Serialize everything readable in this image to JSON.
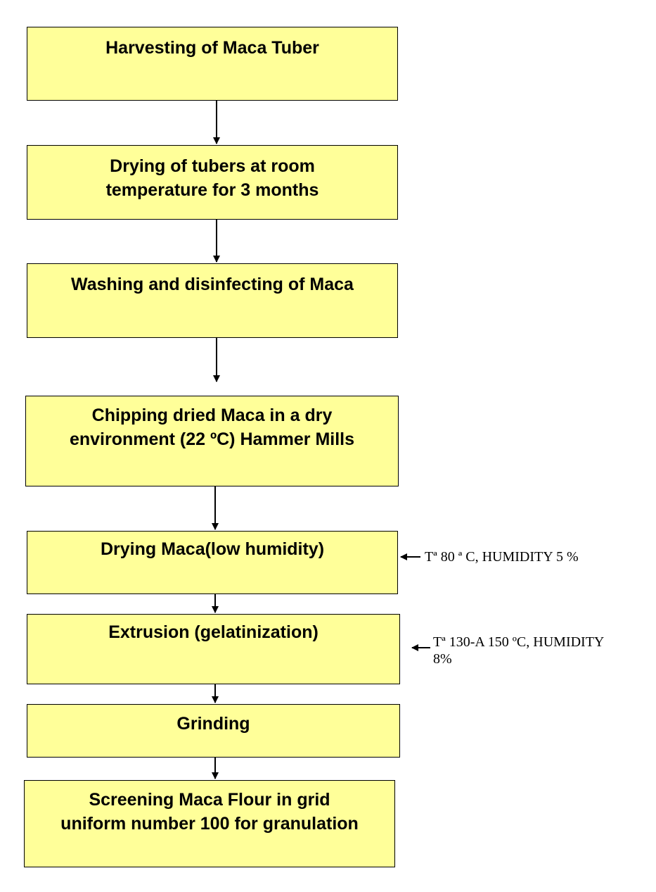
{
  "steps": [
    {
      "lines": [
        "Harvesting of Maca Tuber"
      ]
    },
    {
      "lines": [
        "Drying of tubers at room",
        "temperature for 3 months"
      ]
    },
    {
      "lines": [
        "Washing and disinfecting of Maca"
      ]
    },
    {
      "lines": [
        "Chipping dried Maca in a dry",
        "environment (22 ºC) Hammer Mills"
      ]
    },
    {
      "lines": [
        "Drying Maca(low humidity)"
      ]
    },
    {
      "lines": [
        "Extrusion (gelatinization)"
      ]
    },
    {
      "lines": [
        "Grinding"
      ]
    },
    {
      "lines": [
        "Screening Maca Flour in grid",
        "uniform number 100 for granulation"
      ]
    }
  ],
  "notes": {
    "drying": "Tª 80 ª C, HUMIDITY 5 %",
    "extrusion_line1": "Tª 130-A 150 ºC, HUMIDITY",
    "extrusion_line2": "8%"
  },
  "colors": {
    "box_fill": "#ffff99",
    "stroke": "#000000"
  }
}
